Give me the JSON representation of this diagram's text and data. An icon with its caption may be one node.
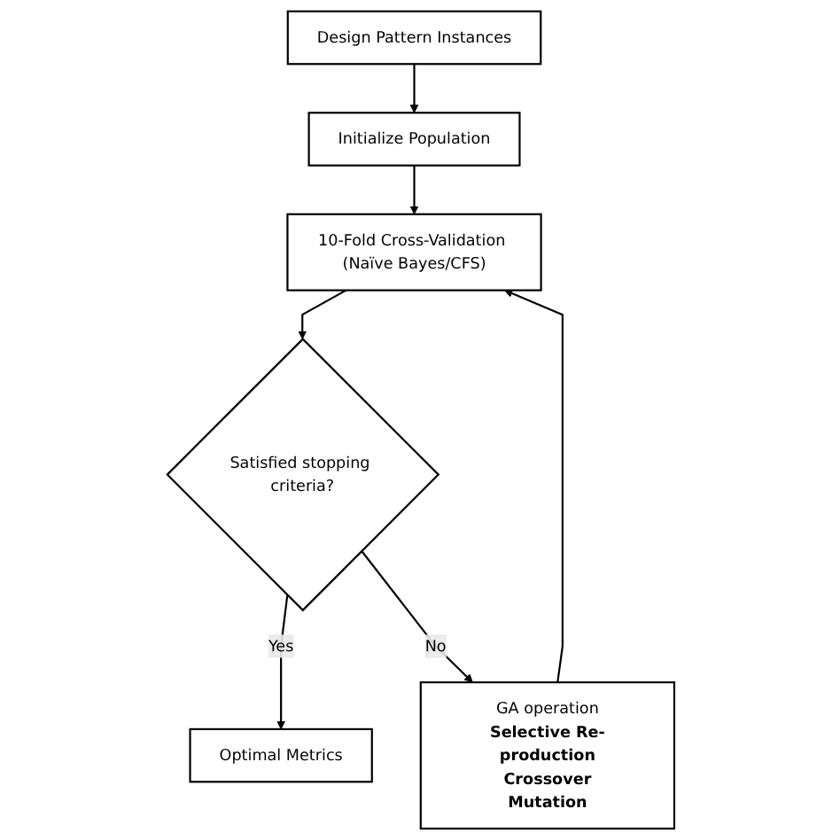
{
  "diagram": {
    "nodes": [
      {
        "text": [
          "Design Pattern Instances"
        ]
      },
      {
        "text": [
          "Initialize Population"
        ]
      },
      {
        "text": [
          "10-Fold Cross-Validation (Naïve Bayes/CFS)"
        ]
      },
      {
        "text": [
          "Satisfied stopping criteria?"
        ]
      },
      {
        "text": [
          "Optimal Metrics"
        ]
      },
      {
        "text": [
          "GA operation",
          "Selective Re-production",
          "Crossover",
          "Mutation"
        ]
      }
    ],
    "edges": [
      {
        "from": 0,
        "to": 1,
        "arrow": "to"
      },
      {
        "from": 1,
        "to": 2,
        "arrow": "to"
      },
      {
        "from": 2,
        "to": 3,
        "arrow": "to"
      },
      {
        "from": 3,
        "to": 4,
        "label": "Yes",
        "arrow": "to"
      },
      {
        "from": 3,
        "to": 5,
        "label": "No",
        "arrow": "to"
      },
      {
        "from": 5,
        "to": 2,
        "arrow": "to"
      }
    ]
  }
}
